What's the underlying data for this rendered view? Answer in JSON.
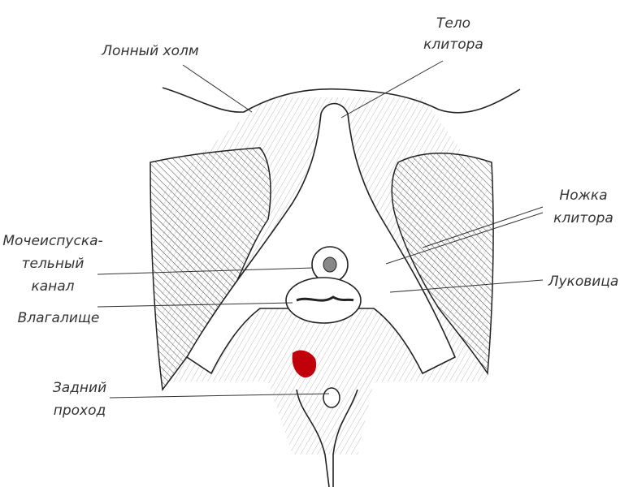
{
  "labels": {
    "mons_pubis": "Лонный холм",
    "clitoris_body": [
      "Тело",
      "клитора"
    ],
    "clitoris_crus": [
      "Ножка",
      "клитора"
    ],
    "urethra": [
      "Мочеиспуска-",
      "тельный",
      "канал"
    ],
    "bulb": "Луковица",
    "vagina": "Влагалище",
    "anus": [
      "Задний",
      "проход"
    ]
  },
  "colors": {
    "marker": "#c0000a",
    "ink": "#222222"
  }
}
